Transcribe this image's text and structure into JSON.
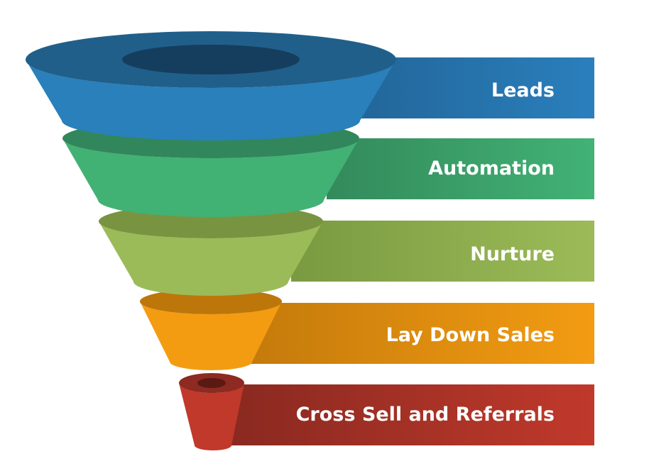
{
  "title": "Sales Funnel",
  "stages": [
    {
      "label": "Leads",
      "colors": {
        "band_dark": "#22669a",
        "band_light": "#2a7fbc",
        "cone_side": "#2980ba",
        "cone_top": "#215f8b",
        "cone_hole": "#153e5e"
      }
    },
    {
      "label": "Automation",
      "colors": {
        "band_dark": "#338a5b",
        "band_light": "#42b275",
        "cone_side": "#42b174",
        "cone_top": "#31875b",
        "cone_hole": "#1f5a3b"
      }
    },
    {
      "label": "Nurture",
      "colors": {
        "band_dark": "#7a9a41",
        "band_light": "#9cbb58",
        "cone_side": "#9bbb59",
        "cone_top": "#789440",
        "cone_hole": "#4e622a"
      }
    },
    {
      "label": "Lay Down Sales",
      "colors": {
        "band_dark": "#c47a0b",
        "band_light": "#f39c12",
        "cone_side": "#f39c12",
        "cone_top": "#bd760a",
        "cone_hole": "#7a4c06"
      }
    },
    {
      "label": "Cross Sell and Referrals",
      "colors": {
        "band_dark": "#892920",
        "band_light": "#c0392b",
        "cone_side": "#c0392b",
        "cone_top": "#8d2a21",
        "cone_hole": "#5a1913"
      }
    }
  ]
}
